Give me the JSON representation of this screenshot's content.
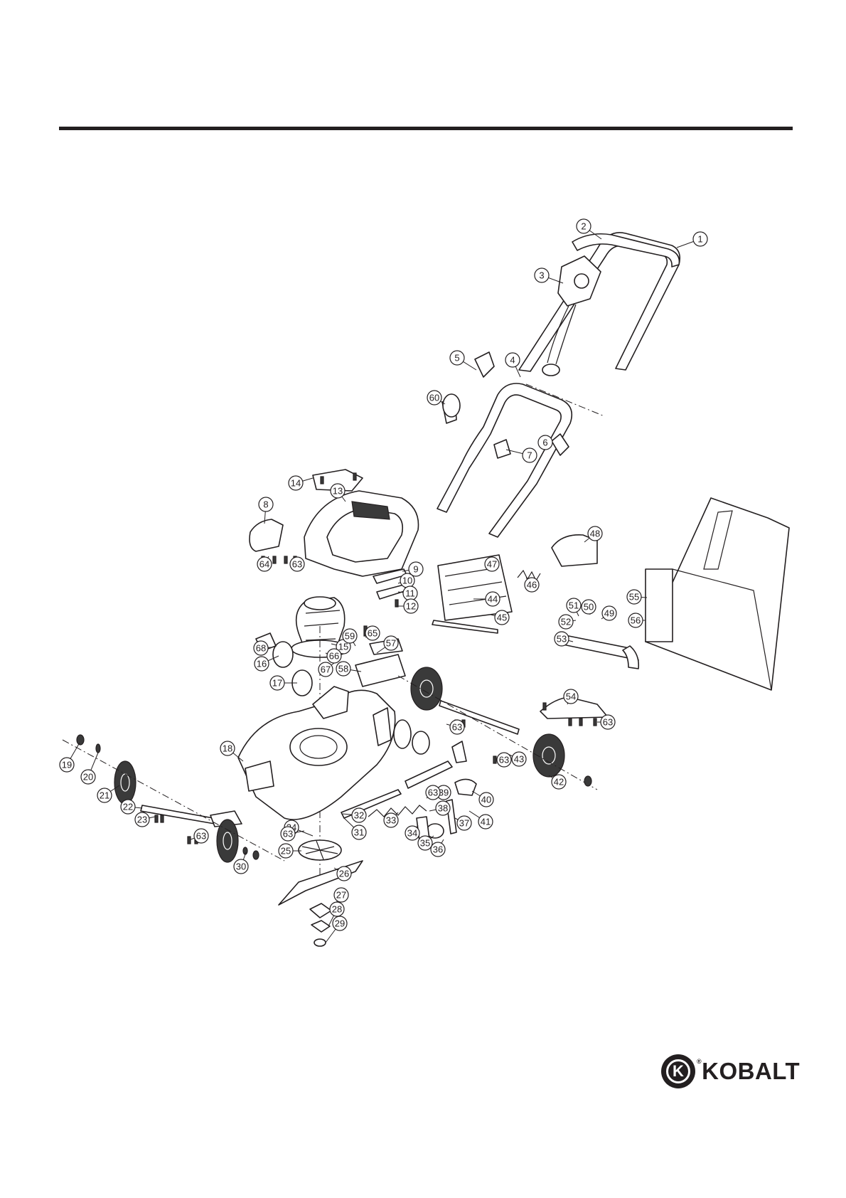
{
  "brand": {
    "name": "KOBALT",
    "badge_letter": "K",
    "trademark": "®"
  },
  "callouts": [
    {
      "n": "1"
    },
    {
      "n": "2"
    },
    {
      "n": "3"
    },
    {
      "n": "4"
    },
    {
      "n": "5"
    },
    {
      "n": "6"
    },
    {
      "n": "7"
    },
    {
      "n": "8"
    },
    {
      "n": "9"
    },
    {
      "n": "10"
    },
    {
      "n": "11"
    },
    {
      "n": "12"
    },
    {
      "n": "13"
    },
    {
      "n": "14"
    },
    {
      "n": "15"
    },
    {
      "n": "16"
    },
    {
      "n": "17"
    },
    {
      "n": "18"
    },
    {
      "n": "19"
    },
    {
      "n": "20"
    },
    {
      "n": "21"
    },
    {
      "n": "22"
    },
    {
      "n": "23"
    },
    {
      "n": "24"
    },
    {
      "n": "25"
    },
    {
      "n": "26"
    },
    {
      "n": "27"
    },
    {
      "n": "28"
    },
    {
      "n": "29"
    },
    {
      "n": "30"
    },
    {
      "n": "31"
    },
    {
      "n": "32"
    },
    {
      "n": "33"
    },
    {
      "n": "34"
    },
    {
      "n": "35"
    },
    {
      "n": "36"
    },
    {
      "n": "37"
    },
    {
      "n": "38"
    },
    {
      "n": "39"
    },
    {
      "n": "40"
    },
    {
      "n": "41"
    },
    {
      "n": "42"
    },
    {
      "n": "43"
    },
    {
      "n": "44"
    },
    {
      "n": "45"
    },
    {
      "n": "46"
    },
    {
      "n": "47"
    },
    {
      "n": "48"
    },
    {
      "n": "49"
    },
    {
      "n": "50"
    },
    {
      "n": "51"
    },
    {
      "n": "52"
    },
    {
      "n": "53"
    },
    {
      "n": "54"
    },
    {
      "n": "55"
    },
    {
      "n": "56"
    },
    {
      "n": "57"
    },
    {
      "n": "58"
    },
    {
      "n": "59"
    },
    {
      "n": "60"
    },
    {
      "n": "63"
    },
    {
      "n": "63"
    },
    {
      "n": "63"
    },
    {
      "n": "63"
    },
    {
      "n": "63"
    },
    {
      "n": "63"
    },
    {
      "n": "63"
    },
    {
      "n": "64"
    },
    {
      "n": "65"
    },
    {
      "n": "66"
    },
    {
      "n": "67"
    },
    {
      "n": "68"
    }
  ]
}
